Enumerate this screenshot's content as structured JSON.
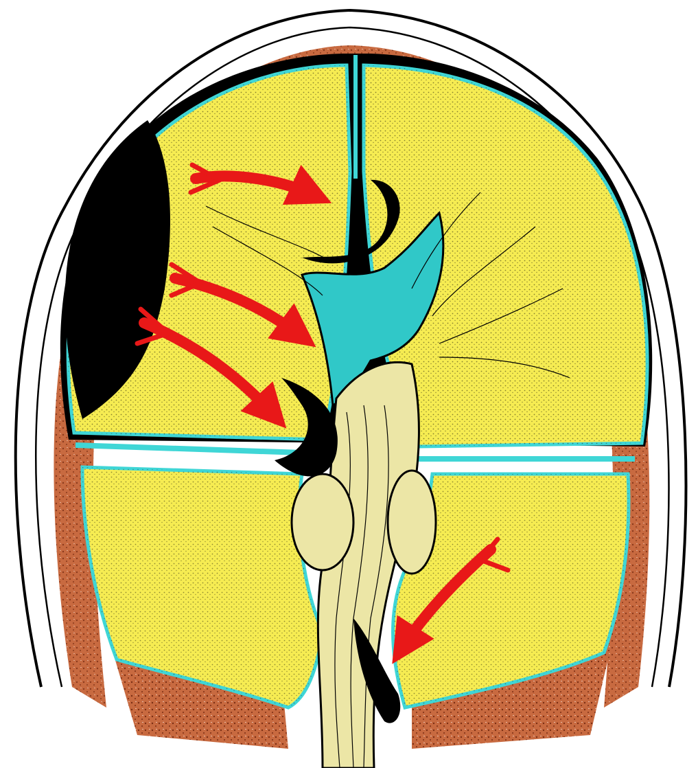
{
  "illustration": {
    "subject": "coronal-section-head-brain-herniation",
    "colors": {
      "background": "#ffffff",
      "scalp": "#ffffff",
      "skull_bone": "#c86a40",
      "skull_speckle": "#7a2e14",
      "dura_line": "#3fd6d6",
      "brain_tissue": "#f6ec52",
      "brain_stipple": "#2a2a10",
      "hematoma": "#000000",
      "ventricle": "#30c8c8",
      "brainstem": "#ece6a6",
      "arrow": "#e81818",
      "outline": "#000000"
    },
    "structures": [
      "scalp",
      "skull",
      "dura-mater",
      "falx-cerebri",
      "tentorium-cerebelli",
      "right-cerebral-hemisphere",
      "left-cerebral-hemisphere",
      "cerebellum-left",
      "cerebellum-right",
      "epidural-hematoma",
      "lateral-ventricle",
      "brainstem",
      "subfalcine-herniation",
      "uncal-herniation",
      "tonsillar-herniation"
    ],
    "arrows": [
      {
        "name": "arrow-subfalcine",
        "direction": "right"
      },
      {
        "name": "arrow-midline-shift",
        "direction": "down-right"
      },
      {
        "name": "arrow-transtentorial",
        "direction": "down-right"
      },
      {
        "name": "arrow-upward-cerebellar",
        "direction": "down-left"
      }
    ]
  }
}
